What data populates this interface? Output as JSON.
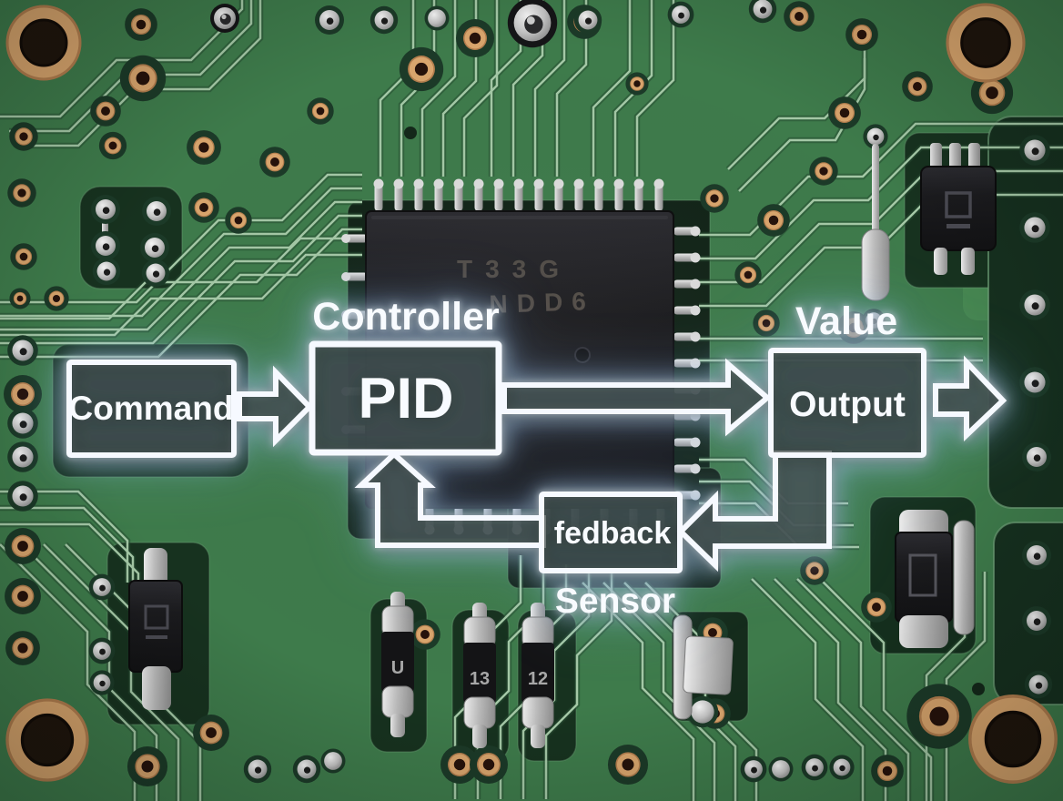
{
  "diagram": {
    "command_label": "Command",
    "controller_label": "Controller",
    "pid_label": "PID",
    "value_label": "Value",
    "output_label": "Output",
    "feedback_label": "fedback",
    "sensor_label": "Sensor"
  },
  "chip": {
    "marking_line1": "T33G",
    "marking_line2": "NDD6"
  },
  "components": {
    "resistor_marks": [
      "U",
      "13",
      "12"
    ]
  },
  "colors": {
    "board_green": "#3e7b4b",
    "board_shadow_green": "#17321f",
    "trace_light_green": "#a4c8a6",
    "copper_pad": "#d49c66",
    "silver_pad": "#cccccc",
    "chip_black": "#1b1b1d",
    "diagram_white": "#f6f9ff"
  }
}
